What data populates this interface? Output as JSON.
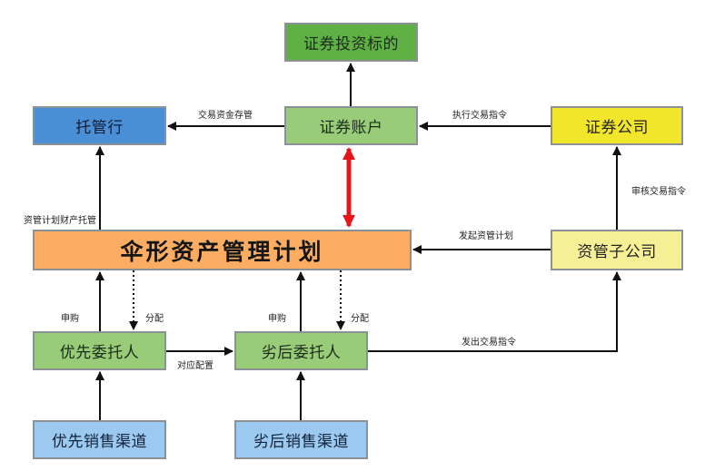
{
  "diagram": {
    "nodes": {
      "securities_target": "证券投资标的",
      "custodian_bank": "托管行",
      "securities_account": "证券账户",
      "securities_company": "证券公司",
      "umbrella_plan": "伞形资产管理计划",
      "asset_mgmt_subsidiary": "资管子公司",
      "priority_client": "优先委托人",
      "subordinate_client": "劣后委托人",
      "priority_channel": "优先销售渠道",
      "subordinate_channel": "劣后销售渠道"
    },
    "edge_labels": {
      "fund_custody": "交易资金存管",
      "execute_orders": "执行交易指令",
      "plan_asset_custody": "资管计划财产托管",
      "review_orders": "审核交易指令",
      "launch_plan": "发起资管计划",
      "subscribe_priority": "申购",
      "allocate_priority": "分配",
      "subscribe_subordinate": "申购",
      "allocate_subordinate": "分配",
      "matching_allocation": "对应配置",
      "issue_orders": "发出交易指令"
    },
    "colors": {
      "target": "#5fb146",
      "custodian": "#4a8ed6",
      "account": "#98cc78",
      "broker": "#f2e62a",
      "plan": "#fbae63",
      "subsidiary": "#f5f096",
      "client": "#98cc78",
      "channel": "#9cc9f0",
      "highlight_arrow": "#e8141c"
    }
  }
}
